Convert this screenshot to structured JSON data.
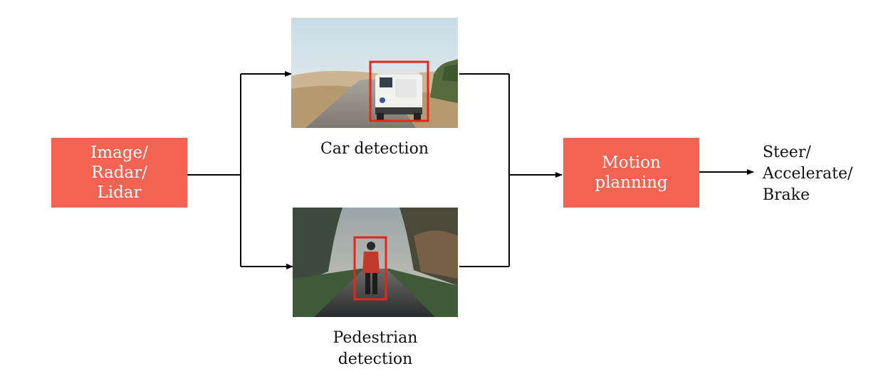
{
  "input_box": {
    "label": "Image/\nRadar/\nLidar"
  },
  "car_detection": {
    "caption": "Car detection",
    "image_icon": "car-road-photo"
  },
  "pedestrian_detection": {
    "caption": "Pedestrian\ndetection",
    "image_icon": "pedestrian-road-photo"
  },
  "motion_box": {
    "label": "Motion\nplanning"
  },
  "output": {
    "label": "Steer/\nAccelerate/\nBrake"
  },
  "colors": {
    "box_fill": "#f26451",
    "bounding_box": "#e8251a",
    "wire": "#000000"
  }
}
